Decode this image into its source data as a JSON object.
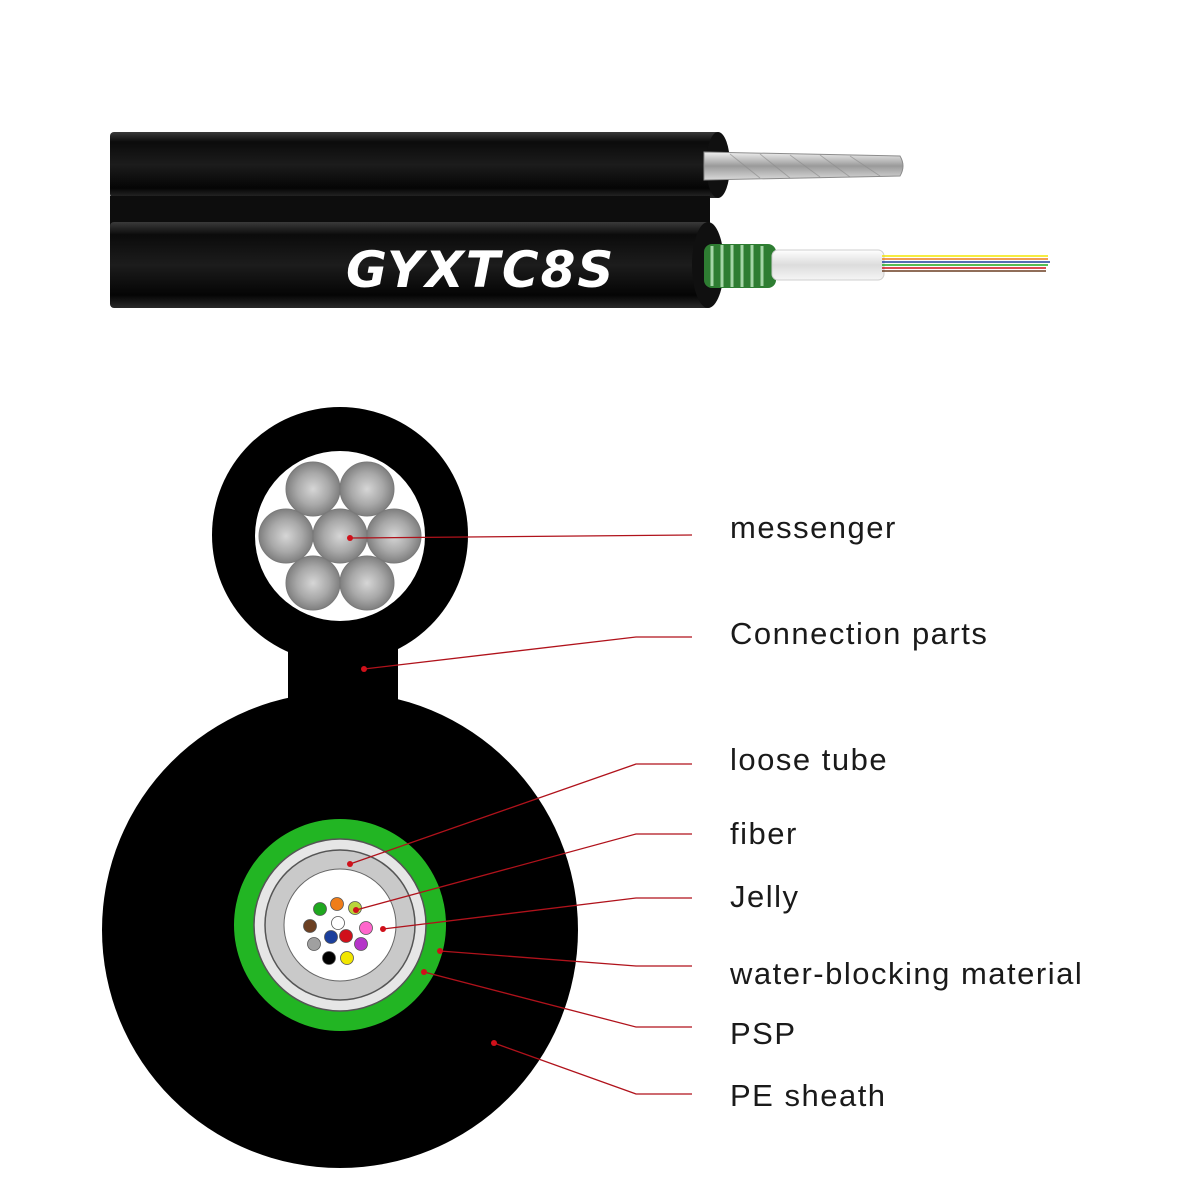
{
  "cable": {
    "model_label": "GYXTC8S"
  },
  "callouts": [
    {
      "id": "messenger",
      "label": "messenger"
    },
    {
      "id": "connection-parts",
      "label": "Connection parts"
    },
    {
      "id": "loose-tube",
      "label": "loose tube"
    },
    {
      "id": "fiber",
      "label": "fiber"
    },
    {
      "id": "jelly",
      "label": "Jelly"
    },
    {
      "id": "water-blocking-material",
      "label": "water-blocking material"
    },
    {
      "id": "psp",
      "label": "PSP"
    },
    {
      "id": "pe-sheath",
      "label": "PE sheath"
    }
  ],
  "colors": {
    "sheath": "#000000",
    "psp_armor": "#22b523",
    "water_blocking": "#e6e6e6",
    "loose_tube": "#c9c9c9",
    "jelly": "#ffffff",
    "leader_line": "#b0121b",
    "steel_wire": "#a9a9a9"
  },
  "fiber_colors": [
    "#1fa81f",
    "#ef7d1a",
    "#b9d43b",
    "#6b3f22",
    "#ffffff",
    "#ff66cc",
    "#a0a0a0",
    "#1b3f9c",
    "#d0101a",
    "#000000",
    "#f2e600",
    "#b535c9"
  ]
}
